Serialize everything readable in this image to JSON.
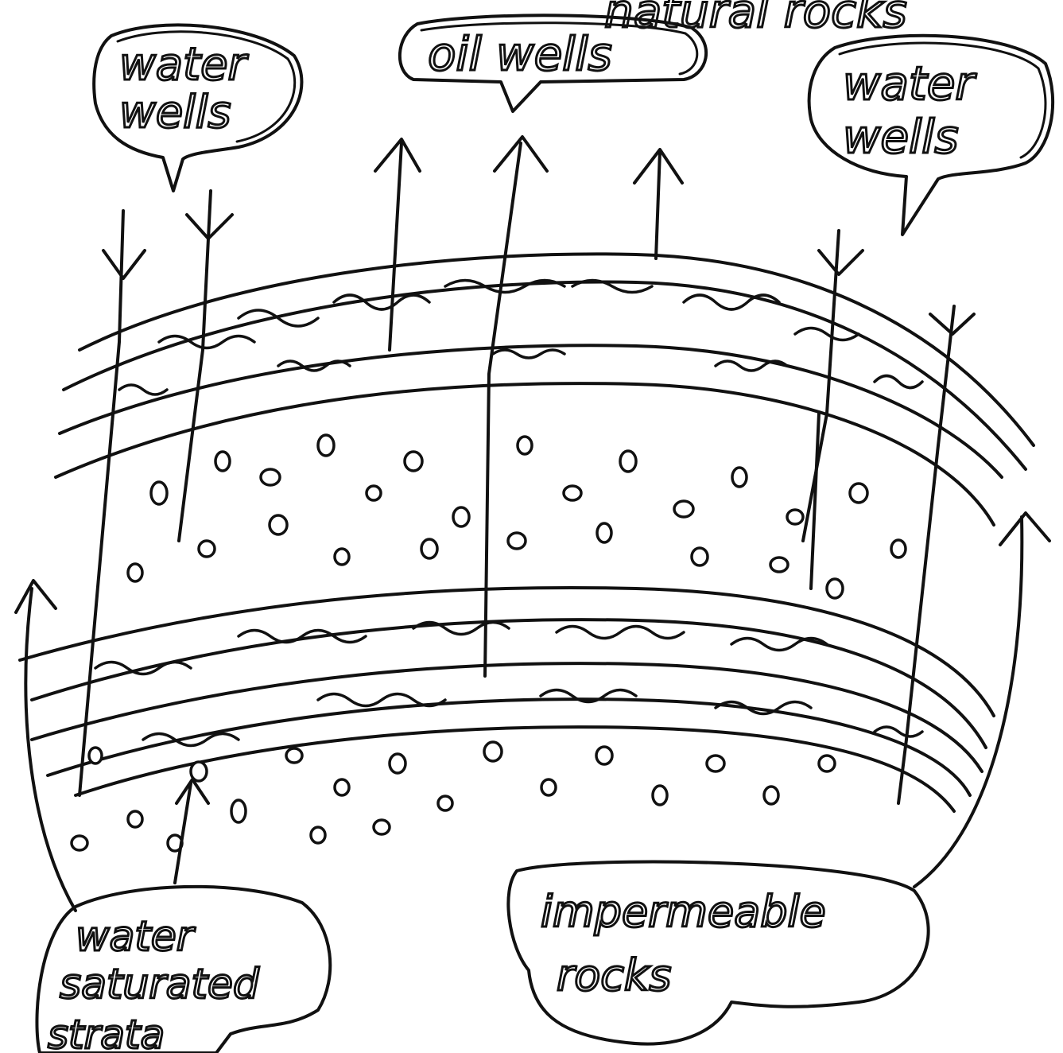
{
  "labels": {
    "title_partial": "natural rocks",
    "water_wells_left": [
      "water",
      "wells"
    ],
    "oil_wells": "oil wells",
    "water_wells_right": [
      "water",
      "wells"
    ],
    "water_saturated": [
      "water",
      "saturated",
      "strata"
    ],
    "impermeable": [
      "impermeable",
      "rocks"
    ]
  },
  "colors": {
    "ink": "#111111",
    "paper": "#ffffff"
  }
}
